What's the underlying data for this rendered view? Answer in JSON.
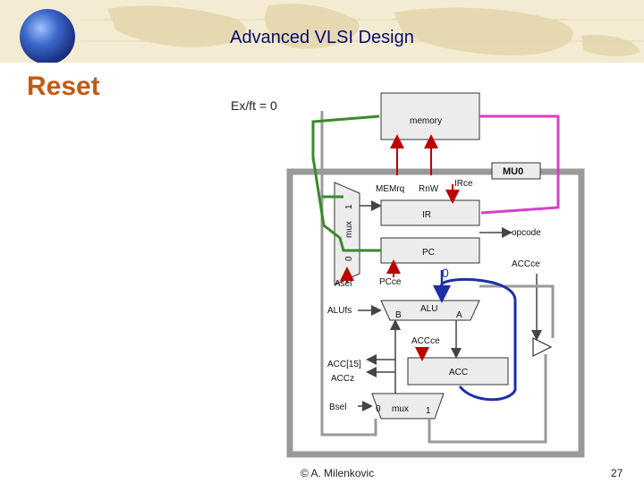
{
  "header": {
    "title": "Advanced VLSI Design"
  },
  "slide": {
    "title": "Reset",
    "state_label": "Ex/ft = 0"
  },
  "diagram": {
    "memory": "memory",
    "control_unit": "MU0",
    "memrq": "MEMrq",
    "rnw": "RnW",
    "irce": "IRce",
    "ir": "IR",
    "opcode": "opcode",
    "pc": "PC",
    "mux_label": "mux",
    "mux_0": "0",
    "mux_1": "1",
    "asel": "Asel",
    "pcce": "PCce",
    "accce_top": "ACCce",
    "zero_signal": "0",
    "alufs": "ALUfs",
    "alu": "ALU",
    "alu_b": "B",
    "alu_a": "A",
    "accce": "ACCce",
    "acc": "ACC",
    "acc15": "ACC[15]",
    "accz": "ACCz",
    "bsel": "Bsel",
    "bmux_0": "0",
    "bmux": "mux",
    "bmux_1": "1"
  },
  "footer": {
    "author": "© A. Milenkovic",
    "page": "27"
  },
  "colors": {
    "green": "#3a8a2a",
    "magenta": "#d63fc6",
    "blue": "#1b2fa8",
    "box": "#ececec",
    "frame": "#9a9a9a",
    "title_orange": "#c25a12"
  }
}
